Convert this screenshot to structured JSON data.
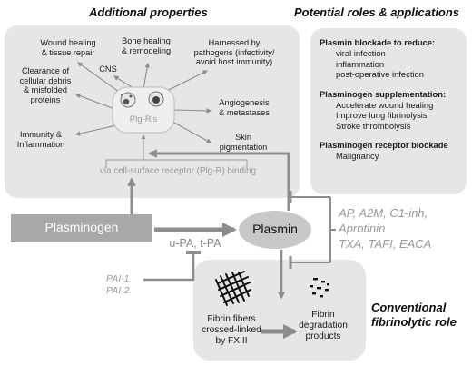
{
  "titles": {
    "additional": "Additional properties",
    "potential": "Potential roles & applications",
    "conventional_line1": "Conventional",
    "conventional_line2": "fibrinolytic role"
  },
  "additional_properties": {
    "wound_healing": [
      "Wound healing",
      "& tissue repair"
    ],
    "bone_healing": [
      "Bone healing",
      "& remodeling"
    ],
    "harnessed": [
      "Harnessed by",
      "pathogens (infectivity/",
      "avoid host immunity)"
    ],
    "clearance": [
      "Clearance of",
      "cellular debris",
      "& misfolded",
      "proteins"
    ],
    "cns": "CNS",
    "angiogenesis": [
      "Angiogenesis",
      "& metastases"
    ],
    "skin": [
      "Skin",
      "pigmentation"
    ],
    "immunity": [
      "Immunity &",
      "Inflammation"
    ],
    "receptor_label": "Plg-R's",
    "via_receptor": "via cell-surface receptor (Plg-R) binding"
  },
  "roles": {
    "blockade_heading": "Plasmin blockade to reduce:",
    "blockade_items": [
      "viral infection",
      "inflammation",
      "post-operative infection"
    ],
    "supplement_heading": "Plasminogen supplementation:",
    "supplement_items": [
      "Accelerate wound healing",
      "Improve lung fibrinolysis",
      "Stroke thrombolysis"
    ],
    "receptor_heading": "Plasminogen receptor blockade",
    "receptor_items": [
      "Malignancy"
    ]
  },
  "pathway": {
    "plasminogen": "Plasminogen",
    "activators": "u-PA, t-PA",
    "plasmin": "Plasmin",
    "inhibitors_line1": "AP, A2M, C1-inh,",
    "inhibitors_line2": "Aprotinin",
    "inhibitors_line3": "TXA, TAFI, EACA",
    "pai": [
      "PAI-1",
      "PAI-2"
    ]
  },
  "fibrinolysis": {
    "fibers": [
      "Fibrin fibers",
      "crossed-linked",
      "by FXIII"
    ],
    "degradation": [
      "Fibrin",
      "degradation",
      "products"
    ]
  },
  "colors": {
    "panel": "#e6e6e6",
    "plasminogen_box": "#a8a8a8",
    "plasmin_ellipse": "#c8c8c8",
    "arrow": "#8c8c8c",
    "inhibitor_text": "#999999"
  }
}
